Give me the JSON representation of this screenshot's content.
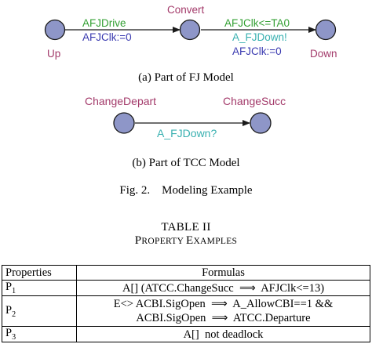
{
  "fig_a": {
    "states": {
      "up": "Up",
      "convert": "Convert",
      "down": "Down"
    },
    "edge1": {
      "guard": "AFJDrive",
      "update": "AFJClk:=0"
    },
    "edge2": {
      "guard": "AFJClk<=TA0",
      "sync": "A_FJDown!",
      "update": "AFJClk:=0"
    },
    "caption": "(a)  Part of FJ Model"
  },
  "fig_b": {
    "states": {
      "change_depart": "ChangeDepart",
      "change_succ": "ChangeSucc"
    },
    "edge": {
      "sync": "A_FJDown?"
    },
    "caption": "(b)  Part of TCC Model"
  },
  "figure_caption": "Fig. 2.    Modeling Example",
  "table": {
    "number": "TABLE II",
    "title_first_p": "P",
    "title_rest_1": "ROPERTY ",
    "title_first_e": "E",
    "title_rest_2": "XAMPLES",
    "header": {
      "properties": "Properties",
      "formulas": "Formulas"
    },
    "rows": [
      {
        "prop": "P",
        "sub": "1",
        "formula": "A[] (ATCC.ChangeSucc  ⟹  AFJClk<=13)"
      },
      {
        "prop": "P",
        "sub": "2",
        "formula_line1": "E<> ACBI.SigOpen  ⟹  A_AllowCBI==1 &&",
        "formula_line2": "ACBI.SigOpen  ⟹  ATCC.Departure"
      },
      {
        "prop": "P",
        "sub": "3",
        "formula": "A[]  not deadlock"
      }
    ]
  },
  "colors": {
    "state_fill": "#8e96c8",
    "state_name": "#a33a6a",
    "guard": "#33a033",
    "update": "#3a3ab0",
    "sync": "#38b0b0",
    "edge": "#1a1a1a"
  }
}
